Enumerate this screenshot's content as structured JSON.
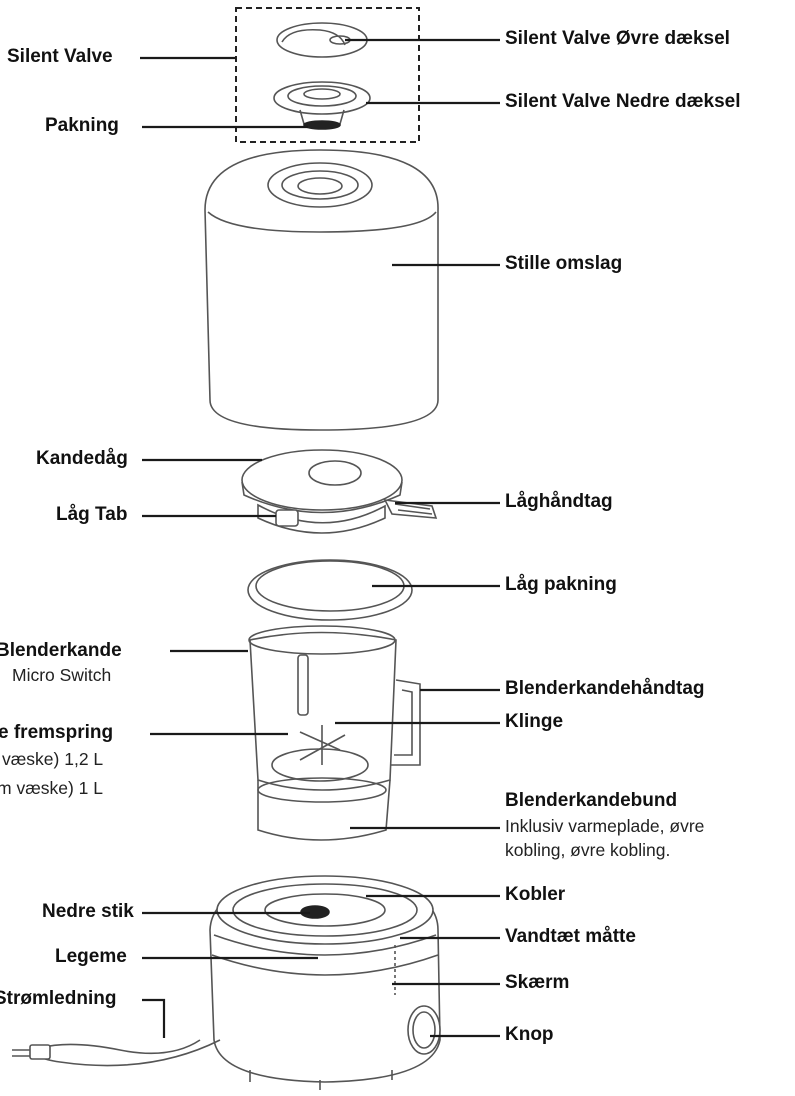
{
  "labels_left": {
    "silent_valve": "Silent Valve",
    "pakning": "Pakning",
    "kandedag": "Kandedåg",
    "lag_tab": "Låg Tab",
    "blenderkande": "Blenderkande",
    "micro_switch": "Micro Switch",
    "fremspring": "e fremspring",
    "vaeske_1_2": "væske) 1,2 L",
    "vaeske_1": "m væske) 1 L",
    "nedre_stik": "Nedre stik",
    "legeme": "Legeme",
    "stromledning": "Strømledning"
  },
  "labels_right": {
    "ovre_daeksel": "Silent Valve Øvre dæksel",
    "nedre_daeksel": "Silent Valve Nedre dæksel",
    "stille_omslag": "Stille omslag",
    "laghandtag": "Låghåndtag",
    "lag_pakning": "Låg pakning",
    "blenderkandehandtag": "Blenderkandehåndtag",
    "klinge": "Klinge",
    "blenderkandebund": "Blenderkandebund",
    "bund_desc_1": "Inklusiv varmeplade, øvre",
    "bund_desc_2": "kobling, øvre kobling.",
    "kobler": "Kobler",
    "vandtaet_matte": "Vandtæt måtte",
    "skaerm": "Skærm",
    "knop": "Knop"
  },
  "colors": {
    "line": "#1a1a1a",
    "outline": "#555555",
    "fill": "#ffffff"
  }
}
